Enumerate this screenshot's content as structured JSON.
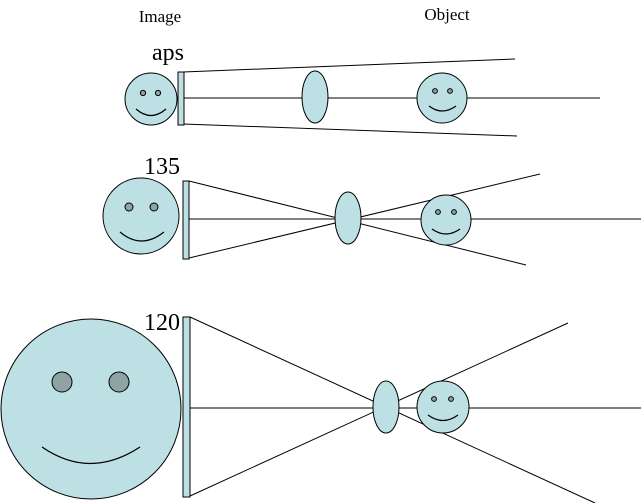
{
  "headers": {
    "image": "Image",
    "object": "Object"
  },
  "formats": [
    {
      "label": "aps"
    },
    {
      "label": "135"
    },
    {
      "label": "120"
    }
  ],
  "colors": {
    "fill": "#bde0e5",
    "eye": "#8fa3a5",
    "stroke": "#000000"
  }
}
